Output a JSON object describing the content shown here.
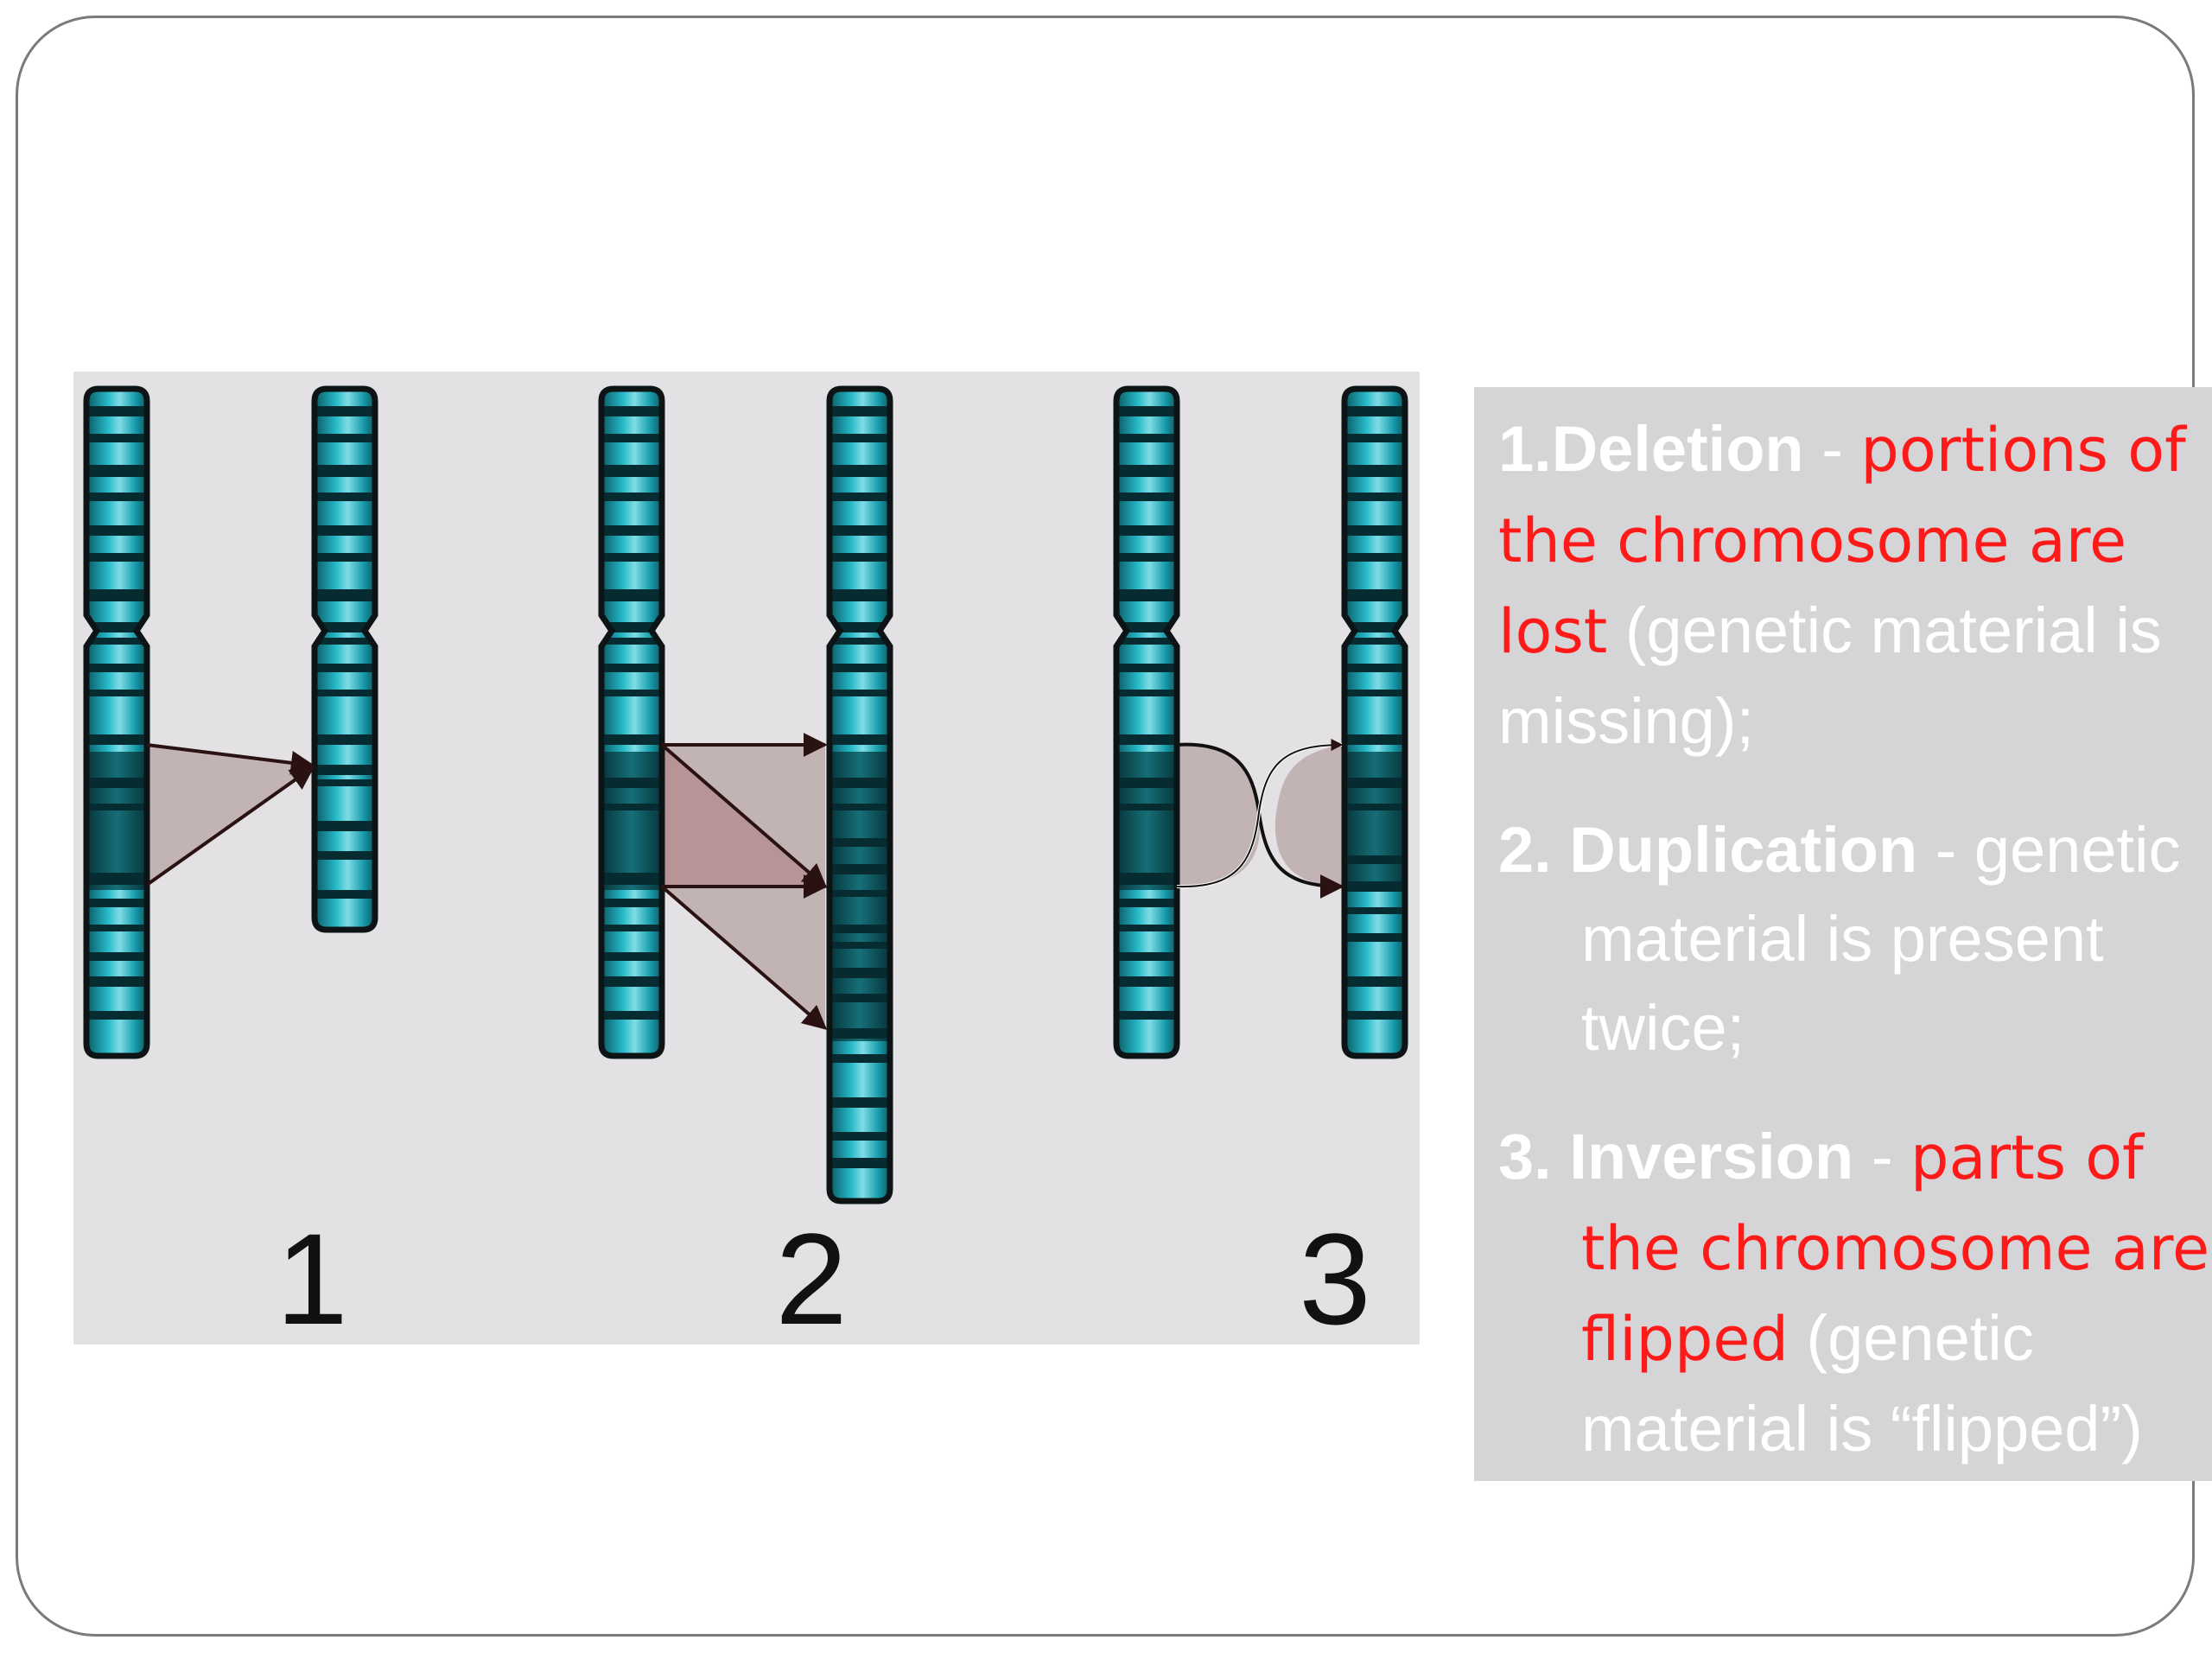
{
  "figure": {
    "labels": [
      "1",
      "2",
      "3"
    ],
    "colors": {
      "panel_background": "#e3e1e3",
      "chromosome_fill": "#17a2b2",
      "chromosome_band_dark": "#0b4f58",
      "chromosome_band_light": "#9ee3ea",
      "chromosome_outline": "#0d1416",
      "region_fill": "#c2b3b5",
      "arrow_color": "#2a1212"
    }
  },
  "descriptions": [
    {
      "term": "1.Deletion",
      "sep": " - ",
      "highlight": "portions of the chromosome are lost",
      "rest": " (genetic material is missing);"
    },
    {
      "term": "2. Duplication",
      "sep": " -  ",
      "highlight": "",
      "rest": "genetic material is present twice;"
    },
    {
      "term": "3. Inversion",
      "sep": " - ",
      "highlight": "parts of the chromosome are flipped",
      "rest": " (genetic material is “flipped”)"
    }
  ]
}
